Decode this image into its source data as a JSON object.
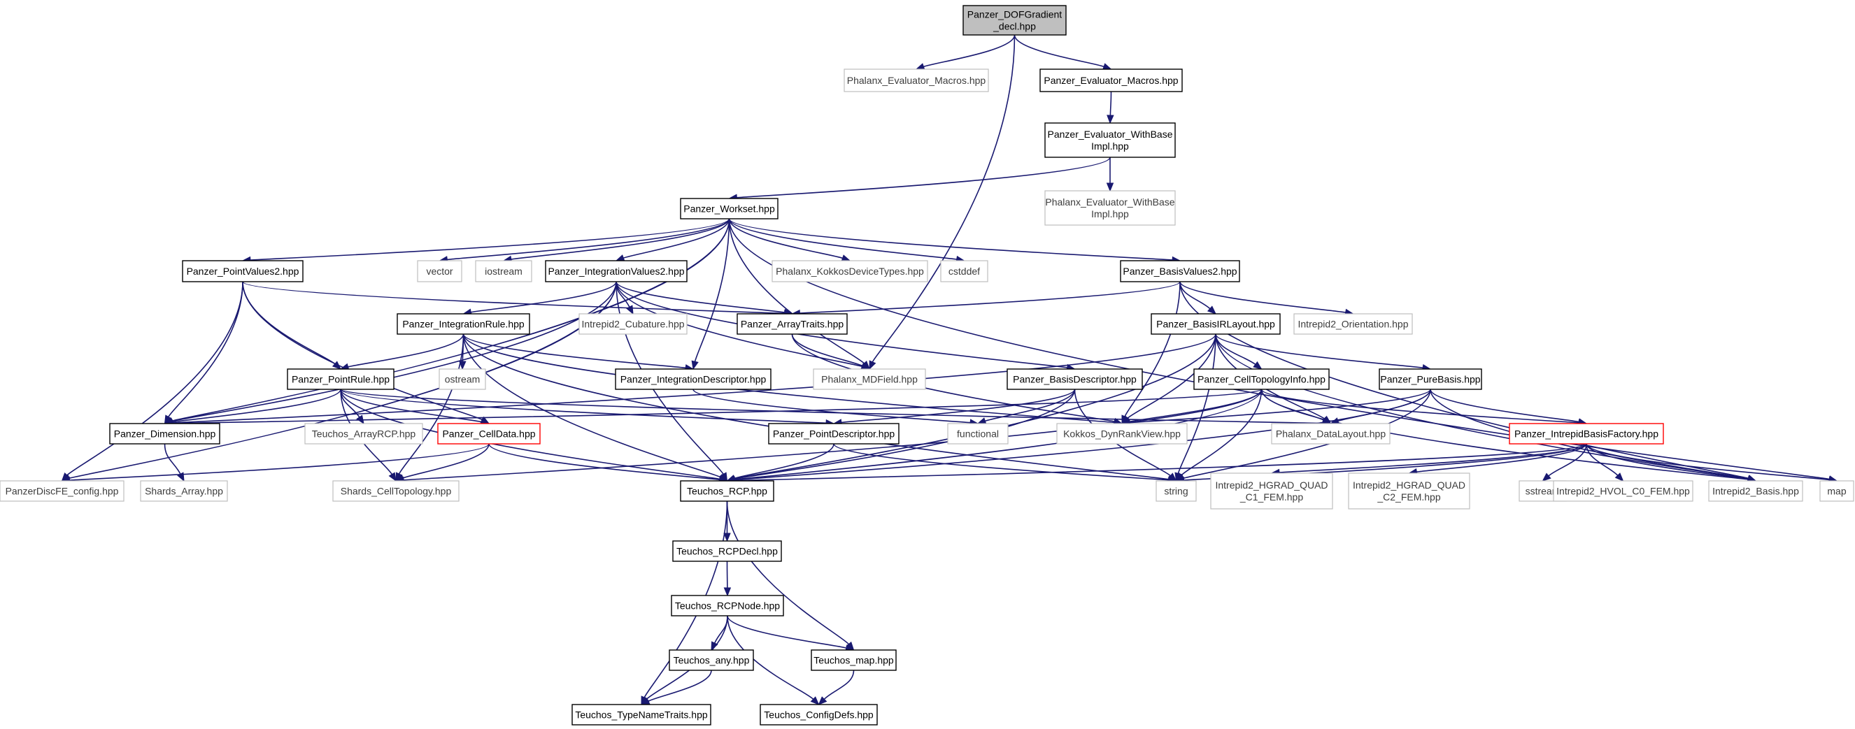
{
  "nodes": [
    {
      "id": "dofg",
      "label": [
        "Panzer_DOFGradient",
        "_decl.hpp"
      ],
      "style": "root"
    },
    {
      "id": "phx_macros",
      "label": [
        "Phalanx_Evaluator_Macros.hpp"
      ],
      "style": "gray"
    },
    {
      "id": "pz_macros",
      "label": [
        "Panzer_Evaluator_Macros.hpp"
      ],
      "style": "solid"
    },
    {
      "id": "pz_withbase",
      "label": [
        "Panzer_Evaluator_WithBase",
        "Impl.hpp"
      ],
      "style": "solid"
    },
    {
      "id": "phx_withbase",
      "label": [
        "Phalanx_Evaluator_WithBase",
        "Impl.hpp"
      ],
      "style": "gray"
    },
    {
      "id": "workset",
      "label": [
        "Panzer_Workset.hpp"
      ],
      "style": "solid"
    },
    {
      "id": "pointvalues2",
      "label": [
        "Panzer_PointValues2.hpp"
      ],
      "style": "solid"
    },
    {
      "id": "vector",
      "label": [
        "vector"
      ],
      "style": "gray"
    },
    {
      "id": "iostream",
      "label": [
        "iostream"
      ],
      "style": "gray"
    },
    {
      "id": "intvalues2",
      "label": [
        "Panzer_IntegrationValues2.hpp"
      ],
      "style": "solid"
    },
    {
      "id": "kokkosdev",
      "label": [
        "Phalanx_KokkosDeviceTypes.hpp"
      ],
      "style": "gray"
    },
    {
      "id": "cstddef",
      "label": [
        "cstddef"
      ],
      "style": "gray"
    },
    {
      "id": "basisvalues2",
      "label": [
        "Panzer_BasisValues2.hpp"
      ],
      "style": "solid"
    },
    {
      "id": "intrule",
      "label": [
        "Panzer_IntegrationRule.hpp"
      ],
      "style": "solid"
    },
    {
      "id": "cubature",
      "label": [
        "Intrepid2_Cubature.hpp"
      ],
      "style": "gray"
    },
    {
      "id": "arraytraits",
      "label": [
        "Panzer_ArrayTraits.hpp"
      ],
      "style": "solid"
    },
    {
      "id": "basisirlayout",
      "label": [
        "Panzer_BasisIRLayout.hpp"
      ],
      "style": "solid"
    },
    {
      "id": "orientation",
      "label": [
        "Intrepid2_Orientation.hpp"
      ],
      "style": "gray"
    },
    {
      "id": "pointrule",
      "label": [
        "Panzer_PointRule.hpp"
      ],
      "style": "solid"
    },
    {
      "id": "ostream",
      "label": [
        "ostream"
      ],
      "style": "gray"
    },
    {
      "id": "intdesc",
      "label": [
        "Panzer_IntegrationDescriptor.hpp"
      ],
      "style": "solid"
    },
    {
      "id": "mdfield",
      "label": [
        "Phalanx_MDField.hpp"
      ],
      "style": "gray"
    },
    {
      "id": "basisdesc",
      "label": [
        "Panzer_BasisDescriptor.hpp"
      ],
      "style": "solid"
    },
    {
      "id": "celltopo",
      "label": [
        "Panzer_CellTopologyInfo.hpp"
      ],
      "style": "solid"
    },
    {
      "id": "purebasis",
      "label": [
        "Panzer_PureBasis.hpp"
      ],
      "style": "solid"
    },
    {
      "id": "dimension",
      "label": [
        "Panzer_Dimension.hpp"
      ],
      "style": "solid"
    },
    {
      "id": "arrayrcp",
      "label": [
        "Teuchos_ArrayRCP.hpp"
      ],
      "style": "gray"
    },
    {
      "id": "celldata",
      "label": [
        "Panzer_CellData.hpp"
      ],
      "style": "red"
    },
    {
      "id": "pointdesc",
      "label": [
        "Panzer_PointDescriptor.hpp"
      ],
      "style": "solid"
    },
    {
      "id": "functional",
      "label": [
        "functional"
      ],
      "style": "gray"
    },
    {
      "id": "dynrank",
      "label": [
        "Kokkos_DynRankView.hpp"
      ],
      "style": "gray"
    },
    {
      "id": "datalayout",
      "label": [
        "Phalanx_DataLayout.hpp"
      ],
      "style": "gray"
    },
    {
      "id": "ibfactory",
      "label": [
        "Panzer_IntrepidBasisFactory.hpp"
      ],
      "style": "red"
    },
    {
      "id": "discfe",
      "label": [
        "PanzerDiscFE_config.hpp"
      ],
      "style": "gray"
    },
    {
      "id": "shardsarray",
      "label": [
        "Shards_Array.hpp"
      ],
      "style": "gray"
    },
    {
      "id": "shardstopo",
      "label": [
        "Shards_CellTopology.hpp"
      ],
      "style": "gray"
    },
    {
      "id": "rcp",
      "label": [
        "Teuchos_RCP.hpp"
      ],
      "style": "solid"
    },
    {
      "id": "string",
      "label": [
        "string"
      ],
      "style": "gray"
    },
    {
      "id": "hgradquad1",
      "label": [
        "Intrepid2_HGRAD_QUAD",
        "_C1_FEM.hpp"
      ],
      "style": "gray"
    },
    {
      "id": "hgradquad2",
      "label": [
        "Intrepid2_HGRAD_QUAD",
        "_C2_FEM.hpp"
      ],
      "style": "gray"
    },
    {
      "id": "sstream",
      "label": [
        "sstream"
      ],
      "style": "gray"
    },
    {
      "id": "hvol",
      "label": [
        "Intrepid2_HVOL_C0_FEM.hpp"
      ],
      "style": "gray"
    },
    {
      "id": "i2basis",
      "label": [
        "Intrepid2_Basis.hpp"
      ],
      "style": "gray"
    },
    {
      "id": "map",
      "label": [
        "map"
      ],
      "style": "gray"
    },
    {
      "id": "rcpdecl",
      "label": [
        "Teuchos_RCPDecl.hpp"
      ],
      "style": "solid"
    },
    {
      "id": "rcpnode",
      "label": [
        "Teuchos_RCPNode.hpp"
      ],
      "style": "solid"
    },
    {
      "id": "tany",
      "label": [
        "Teuchos_any.hpp"
      ],
      "style": "solid"
    },
    {
      "id": "tmap",
      "label": [
        "Teuchos_map.hpp"
      ],
      "style": "solid"
    },
    {
      "id": "typenametraits",
      "label": [
        "Teuchos_TypeNameTraits.hpp"
      ],
      "style": "solid"
    },
    {
      "id": "configdefs",
      "label": [
        "Teuchos_ConfigDefs.hpp"
      ],
      "style": "solid"
    }
  ],
  "edges": [
    [
      "dofg",
      "phx_macros"
    ],
    [
      "dofg",
      "pz_macros"
    ],
    [
      "dofg",
      "mdfield"
    ],
    [
      "pz_macros",
      "pz_withbase"
    ],
    [
      "pz_withbase",
      "phx_withbase"
    ],
    [
      "pz_withbase",
      "workset"
    ],
    [
      "workset",
      "pointvalues2"
    ],
    [
      "workset",
      "vector"
    ],
    [
      "workset",
      "iostream"
    ],
    [
      "workset",
      "intvalues2"
    ],
    [
      "workset",
      "kokkosdev"
    ],
    [
      "workset",
      "cstddef"
    ],
    [
      "workset",
      "basisvalues2"
    ],
    [
      "workset",
      "dimension"
    ],
    [
      "workset",
      "intdesc"
    ],
    [
      "workset",
      "map"
    ],
    [
      "workset",
      "mdfield"
    ],
    [
      "pointvalues2",
      "arraytraits"
    ],
    [
      "pointvalues2",
      "pointrule"
    ],
    [
      "pointvalues2",
      "dimension"
    ],
    [
      "pointvalues2",
      "discfe"
    ],
    [
      "pointvalues2",
      "celldata"
    ],
    [
      "intvalues2",
      "intrule"
    ],
    [
      "intvalues2",
      "cubature"
    ],
    [
      "intvalues2",
      "arraytraits"
    ],
    [
      "intvalues2",
      "basisdesc"
    ],
    [
      "intvalues2",
      "rcp"
    ],
    [
      "intvalues2",
      "dimension"
    ],
    [
      "intvalues2",
      "discfe"
    ],
    [
      "intvalues2",
      "mdfield"
    ],
    [
      "basisvalues2",
      "arraytraits"
    ],
    [
      "basisvalues2",
      "basisirlayout"
    ],
    [
      "basisvalues2",
      "orientation"
    ],
    [
      "basisvalues2",
      "i2basis"
    ],
    [
      "basisvalues2",
      "dynrank"
    ],
    [
      "intrule",
      "pointrule"
    ],
    [
      "intrule",
      "ostream"
    ],
    [
      "intrule",
      "intdesc"
    ],
    [
      "intrule",
      "rcp"
    ],
    [
      "intrule",
      "shardstopo"
    ],
    [
      "intrule",
      "string"
    ],
    [
      "intrule",
      "dynrank"
    ],
    [
      "arraytraits",
      "mdfield"
    ],
    [
      "arraytraits",
      "dynrank"
    ],
    [
      "basisirlayout",
      "celltopo"
    ],
    [
      "basisirlayout",
      "purebasis"
    ],
    [
      "basisirlayout",
      "dynrank"
    ],
    [
      "basisirlayout",
      "datalayout"
    ],
    [
      "basisirlayout",
      "i2basis"
    ],
    [
      "basisirlayout",
      "dimension"
    ],
    [
      "basisirlayout",
      "rcp"
    ],
    [
      "basisirlayout",
      "string"
    ],
    [
      "pointrule",
      "arrayrcp"
    ],
    [
      "pointrule",
      "celldata"
    ],
    [
      "pointrule",
      "pointdesc"
    ],
    [
      "pointrule",
      "shardstopo"
    ],
    [
      "pointrule",
      "dimension"
    ],
    [
      "pointrule",
      "datalayout"
    ],
    [
      "pointrule",
      "rcp"
    ],
    [
      "intdesc",
      "functional"
    ],
    [
      "basisdesc",
      "pointdesc"
    ],
    [
      "basisdesc",
      "functional"
    ],
    [
      "basisdesc",
      "string"
    ],
    [
      "basisdesc",
      "rcp"
    ],
    [
      "celltopo",
      "dynrank"
    ],
    [
      "celltopo",
      "datalayout"
    ],
    [
      "celltopo",
      "string"
    ],
    [
      "celltopo",
      "shardstopo"
    ],
    [
      "celltopo",
      "rcp"
    ],
    [
      "celltopo",
      "ibfactory"
    ],
    [
      "celltopo",
      "i2basis"
    ],
    [
      "celltopo",
      "dimension"
    ],
    [
      "purebasis",
      "dynrank"
    ],
    [
      "purebasis",
      "datalayout"
    ],
    [
      "purebasis",
      "ibfactory"
    ],
    [
      "purebasis",
      "i2basis"
    ],
    [
      "purebasis",
      "rcp"
    ],
    [
      "purebasis",
      "string"
    ],
    [
      "dimension",
      "shardsarray"
    ],
    [
      "celldata",
      "discfe"
    ],
    [
      "celldata",
      "shardstopo"
    ],
    [
      "celldata",
      "rcp"
    ],
    [
      "pointdesc",
      "rcp"
    ],
    [
      "pointdesc",
      "string"
    ],
    [
      "ibfactory",
      "rcp"
    ],
    [
      "ibfactory",
      "string"
    ],
    [
      "ibfactory",
      "hgradquad1"
    ],
    [
      "ibfactory",
      "hgradquad2"
    ],
    [
      "ibfactory",
      "sstream"
    ],
    [
      "ibfactory",
      "hvol"
    ],
    [
      "ibfactory",
      "i2basis"
    ],
    [
      "ibfactory",
      "map"
    ],
    [
      "rcp",
      "rcpdecl"
    ],
    [
      "rcp",
      "typenametraits"
    ],
    [
      "rcp",
      "tmap"
    ],
    [
      "rcpdecl",
      "rcpnode"
    ],
    [
      "rcpnode",
      "tany"
    ],
    [
      "rcpnode",
      "tmap"
    ],
    [
      "rcpnode",
      "typenametraits"
    ],
    [
      "rcpnode",
      "configdefs"
    ],
    [
      "tany",
      "typenametraits"
    ],
    [
      "tmap",
      "configdefs"
    ]
  ]
}
